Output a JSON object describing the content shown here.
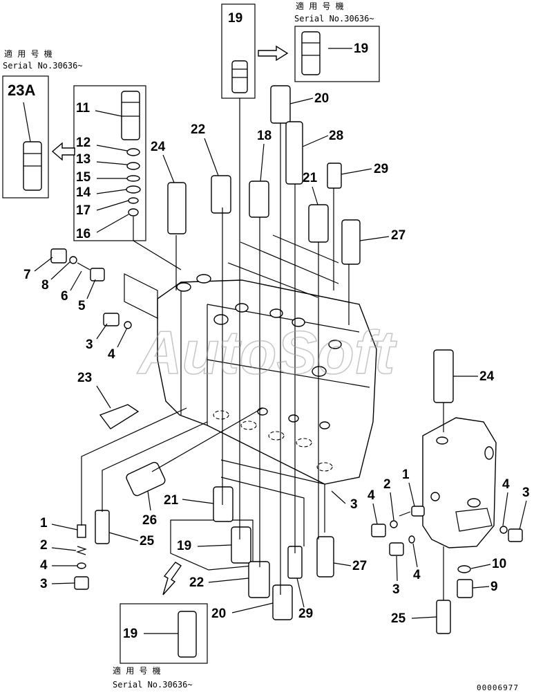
{
  "notes": {
    "applicable_jp": "適 用 号 機",
    "serial": "Serial No.30636~"
  },
  "watermark": "AutoSoft",
  "drawing_code": "00006977",
  "labels": {
    "n1": "1",
    "n2": "2",
    "n3": "3",
    "n4": "4",
    "n5": "5",
    "n6": "6",
    "n7": "7",
    "n8": "8",
    "n9": "9",
    "n10": "10",
    "n11": "11",
    "n12": "12",
    "n13": "13",
    "n14": "14",
    "n15": "15",
    "n16": "16",
    "n17": "17",
    "n18": "18",
    "n19": "19",
    "n20": "20",
    "n21": "21",
    "n22": "22",
    "n23": "23",
    "n23a": "23A",
    "n24": "24",
    "n25": "25",
    "n26": "26",
    "n27": "27",
    "n28": "28",
    "n29": "29"
  }
}
